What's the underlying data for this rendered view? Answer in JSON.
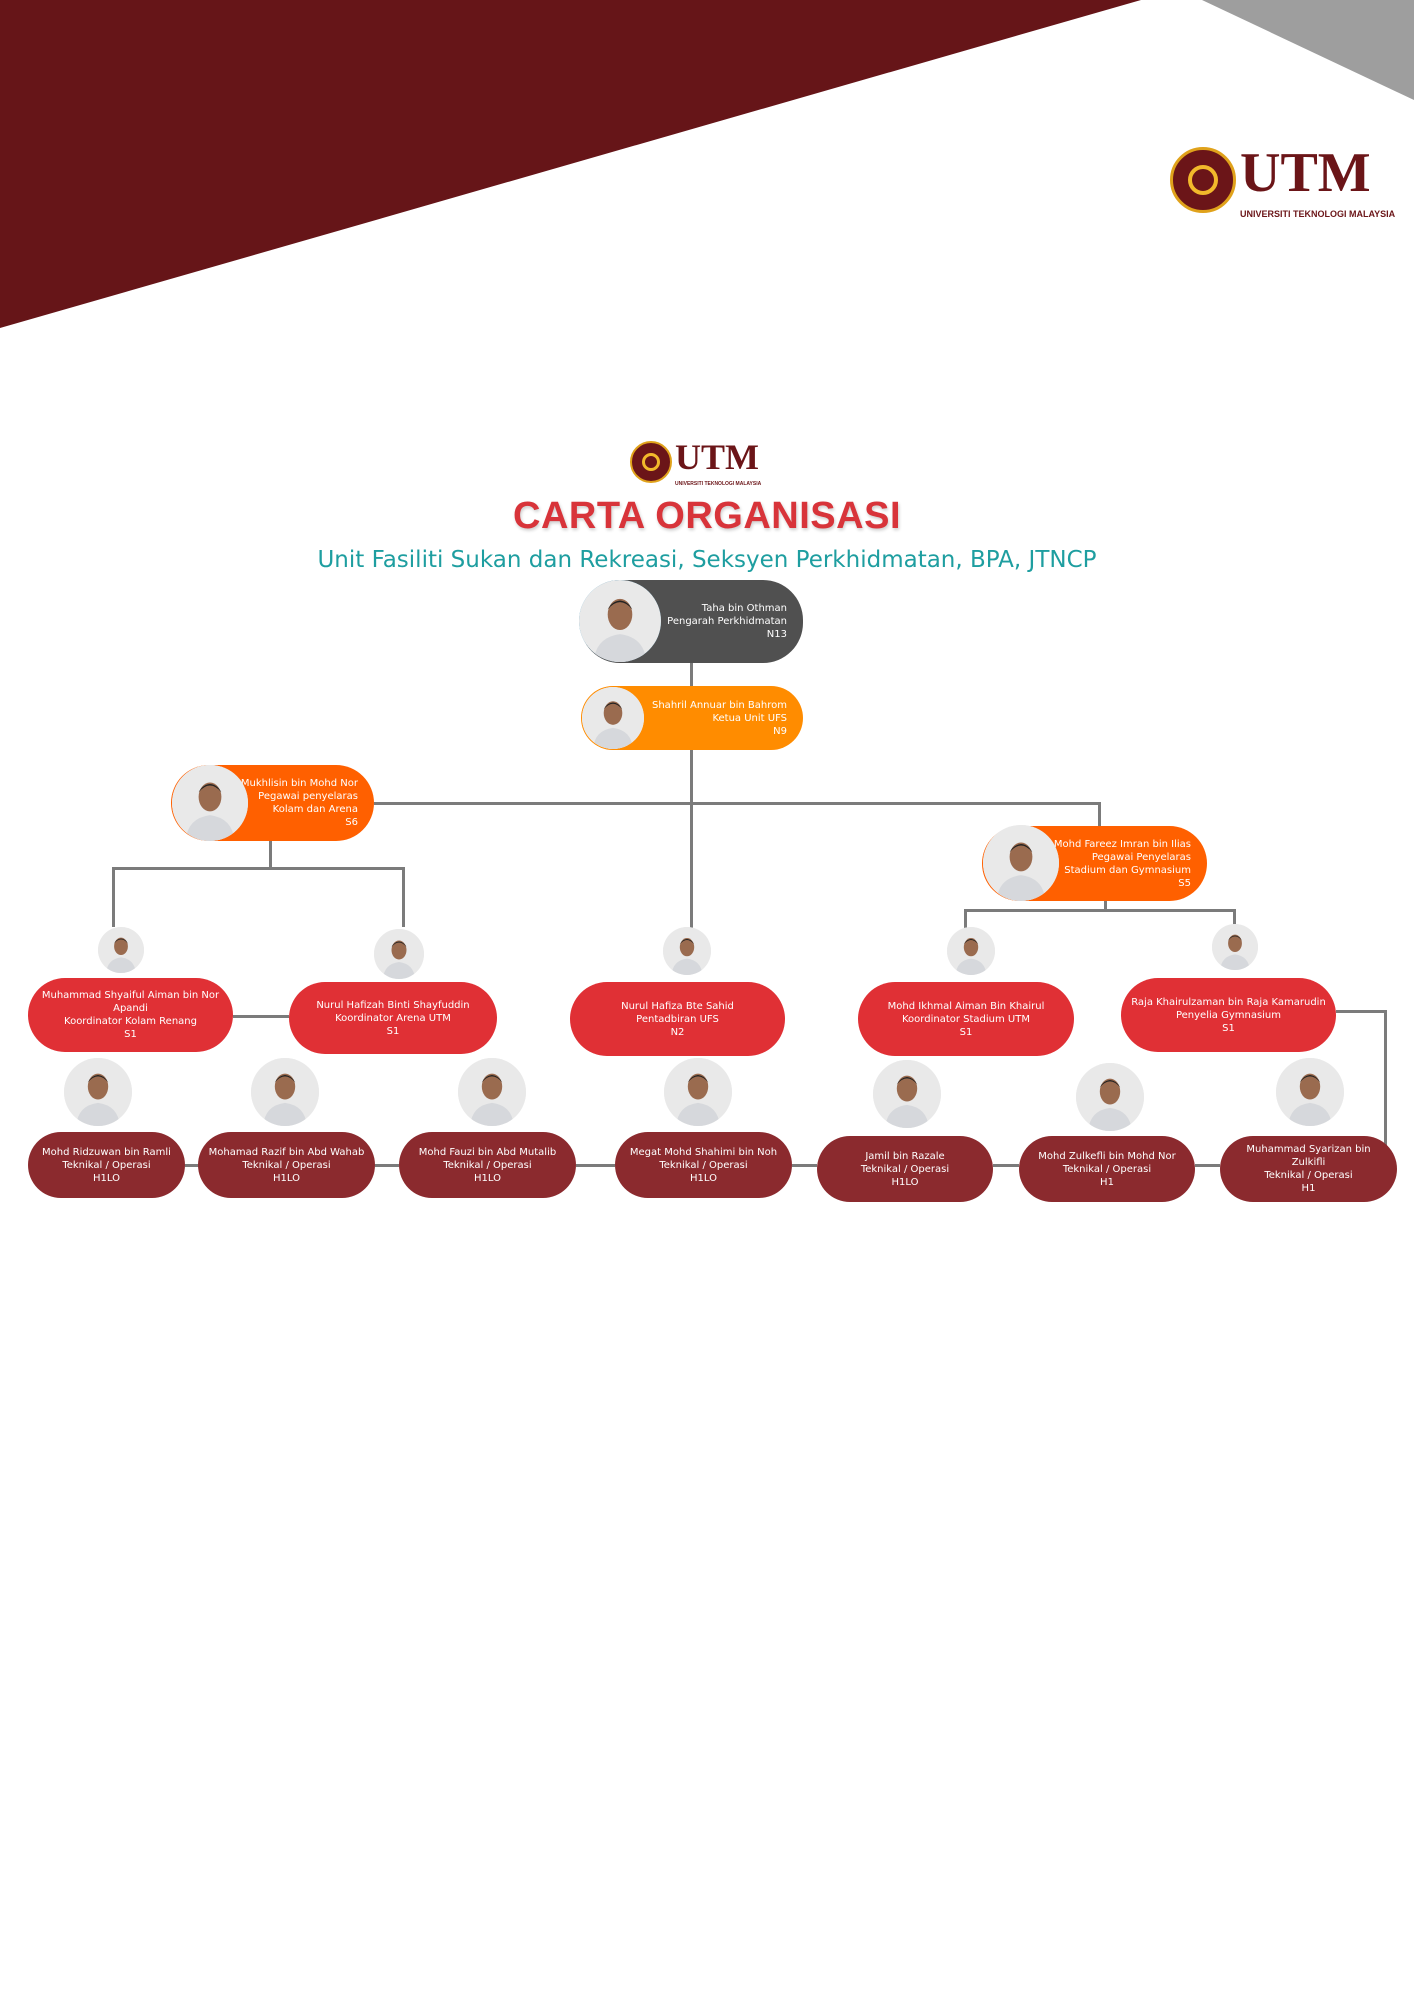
{
  "colors": {
    "banner": "#661518",
    "corner": "#9e9e9e",
    "title": "#d8343a",
    "subtitle": "#1e9ea0",
    "director": "#505050",
    "head": "#ff8c00",
    "coordinator": "#ff6000",
    "staff": "#e03035",
    "technical": "#8b2a2e"
  },
  "header_logo": {
    "text": "UTM",
    "subtext": "UNIVERSITI TEKNOLOGI MALAYSIA"
  },
  "chart_logo": {
    "text": "UTM",
    "subtext": "UNIVERSITI TEKNOLOGI MALAYSIA"
  },
  "title": "CARTA ORGANISASI",
  "subtitle": "Unit Fasiliti Sukan dan Rekreasi, Seksyen Perkhidmatan, BPA, JTNCP",
  "nodes": [
    {
      "id": "taha",
      "lines": [
        "Taha bin Othman",
        "Pengarah Perkhidmatan",
        "N13"
      ],
      "level": "director"
    },
    {
      "id": "shahril",
      "lines": [
        "Shahril Annuar bin Bahrom",
        "Ketua Unit UFS",
        "N9"
      ],
      "level": "head"
    },
    {
      "id": "mukhlisin",
      "lines": [
        "Mukhlisin bin Mohd Nor",
        "Pegawai penyelaras",
        "Kolam dan Arena",
        "S6"
      ],
      "level": "coordinator"
    },
    {
      "id": "fareez",
      "lines": [
        "Mohd Fareez Imran bin Ilias",
        "Pegawai Penyelaras",
        "Stadium dan Gymnasium",
        "S5"
      ],
      "level": "coordinator"
    },
    {
      "id": "shyaiful",
      "lines": [
        "Muhammad Shyaiful Aiman bin Nor",
        "Apandi",
        "Koordinator Kolam Renang",
        "S1"
      ],
      "level": "staff"
    },
    {
      "id": "hafizah",
      "lines": [
        "Nurul Hafizah Binti Shayfuddin",
        "Koordinator Arena UTM",
        "S1"
      ],
      "level": "staff"
    },
    {
      "id": "hafiza",
      "lines": [
        "Nurul Hafiza Bte Sahid",
        "Pentadbiran UFS",
        "N2"
      ],
      "level": "staff"
    },
    {
      "id": "ikhmal",
      "lines": [
        "Mohd Ikhmal Aiman Bin Khairul",
        "Koordinator Stadium UTM",
        "S1"
      ],
      "level": "staff"
    },
    {
      "id": "raja",
      "lines": [
        "Raja Khairulzaman bin Raja Kamarudin",
        "Penyelia Gymnasium",
        "S1"
      ],
      "level": "staff"
    },
    {
      "id": "ridzuwan",
      "lines": [
        "Mohd Ridzuwan bin Ramli",
        "Teknikal / Operasi",
        "H1LO"
      ],
      "level": "technical"
    },
    {
      "id": "razif",
      "lines": [
        "Mohamad Razif bin Abd Wahab",
        "Teknikal / Operasi",
        "H1LO"
      ],
      "level": "technical"
    },
    {
      "id": "fauzi",
      "lines": [
        "Mohd Fauzi bin Abd Mutalib",
        "Teknikal / Operasi",
        "H1LO"
      ],
      "level": "technical"
    },
    {
      "id": "megat",
      "lines": [
        "Megat Mohd Shahimi bin Noh",
        "Teknikal / Operasi",
        "H1LO"
      ],
      "level": "technical"
    },
    {
      "id": "jamil",
      "lines": [
        "Jamil bin Razale",
        "Teknikal / Operasi",
        "H1LO"
      ],
      "level": "technical"
    },
    {
      "id": "zulkefli",
      "lines": [
        "Mohd Zulkefli bin Mohd Nor",
        "Teknikal / Operasi",
        "H1"
      ],
      "level": "technical"
    },
    {
      "id": "syarizan",
      "lines": [
        "Muhammad Syarizan bin Zulkifli",
        "Teknikal / Operasi",
        "H1"
      ],
      "level": "technical"
    }
  ]
}
